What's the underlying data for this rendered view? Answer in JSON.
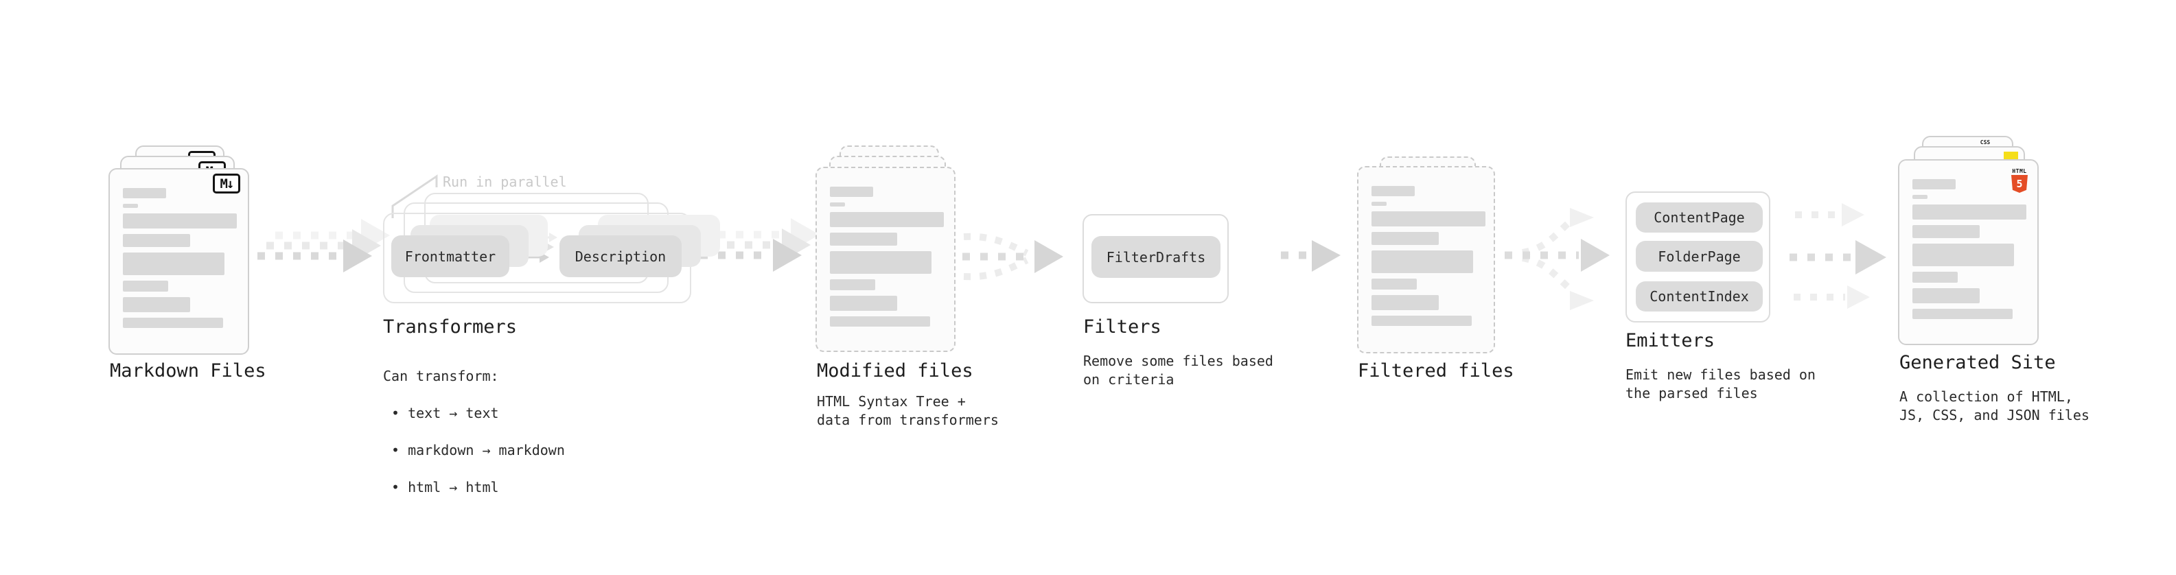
{
  "diagram": {
    "stages": {
      "markdown_files": {
        "title": "Markdown Files",
        "badge": "M↓"
      },
      "transformers": {
        "note": "Run in parallel",
        "pill_source": "Frontmatter",
        "pill_target": "Description",
        "title": "Transformers",
        "desc_heading": "Can transform:",
        "bullets": [
          "• text → text",
          "• markdown → markdown",
          "• html → html"
        ]
      },
      "modified_files": {
        "title": "Modified files",
        "subtitle": "HTML Syntax Tree +\ndata from transformers"
      },
      "filters": {
        "title": "Filters",
        "pill": "FilterDrafts",
        "subtitle": "Remove some files based\non criteria"
      },
      "filtered_files": {
        "title": "Filtered files"
      },
      "emitters": {
        "title": "Emitters",
        "pills": [
          "ContentPage",
          "FolderPage",
          "ContentIndex"
        ],
        "subtitle": "Emit new files based on\nthe parsed files"
      },
      "generated_site": {
        "title": "Generated Site",
        "subtitle": "A collection of HTML,\nJS, CSS, and JSON files",
        "css_badge": "CSS",
        "html_badge_label": "HTML",
        "html_badge_number": "5"
      }
    },
    "colors": {
      "html5_orange": "#e44d26",
      "js_yellow": "#f5de19",
      "css_blue": "#2962ff"
    }
  }
}
